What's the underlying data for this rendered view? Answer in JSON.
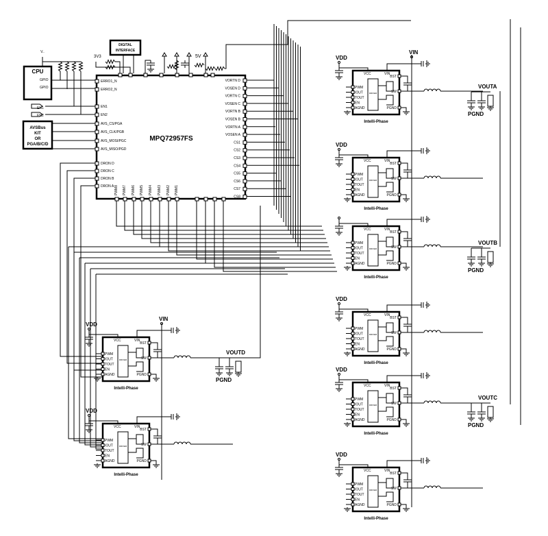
{
  "main_chip": {
    "name": "MPQ72957FS",
    "left_pins": [
      "ERRO1_N",
      "ERRO2_N",
      "EN1",
      "EN2",
      "AVS_CS/PGA",
      "AVS_CLK/PGB",
      "AVS_MOSI/PGC",
      "AVS_MISO/PGD",
      "DRON D",
      "DRON C",
      "DRON B",
      "DRON A"
    ],
    "right_pins": [
      "VORTN D",
      "VOSEN D",
      "VORTN C",
      "VOSEN C",
      "VORTN B",
      "VOSEN B",
      "VORTN A",
      "VOSEN A",
      "CS1",
      "CS2",
      "CS3",
      "CS4",
      "CS5",
      "CS6",
      "CS7",
      "CS8"
    ],
    "bottom_pins": [
      "PWM8",
      "PWM7",
      "PWM6",
      "PWM5",
      "PWM4",
      "PWM3",
      "PWM2",
      "PWM1"
    ]
  },
  "cpu": {
    "title": "CPU",
    "gpio1": "GPIO",
    "gpio2": "GPIO",
    "supply": "V.."
  },
  "digital_interface": {
    "line1": "DIGITAL",
    "line2": "INTERFACE"
  },
  "avs_block": {
    "line1": "AVSBus",
    "line2": "KIT",
    "line3": "OR",
    "line4": "PGA/B/C/D"
  },
  "inputs": {
    "en1": "EN1",
    "en2": "EN2"
  },
  "rails": {
    "v3v3": "3V3",
    "v5": "5V",
    "vdd": "VDD",
    "vin": "VIN",
    "pgnd": "PGND"
  },
  "outputs": {
    "a": "VOUTA",
    "b": "VOUTB",
    "c": "VOUTC",
    "d": "VOUTD"
  },
  "phase": {
    "title": "Intelli-Phase",
    "left_pins": [
      "PWM",
      "IOUT",
      "TOUT",
      "EN",
      "AGND"
    ],
    "top_pins": [
      "VCC",
      "VIN"
    ],
    "right_pins": [
      "BST",
      "SW",
      "PGND"
    ],
    "driver": "DRIVER"
  }
}
